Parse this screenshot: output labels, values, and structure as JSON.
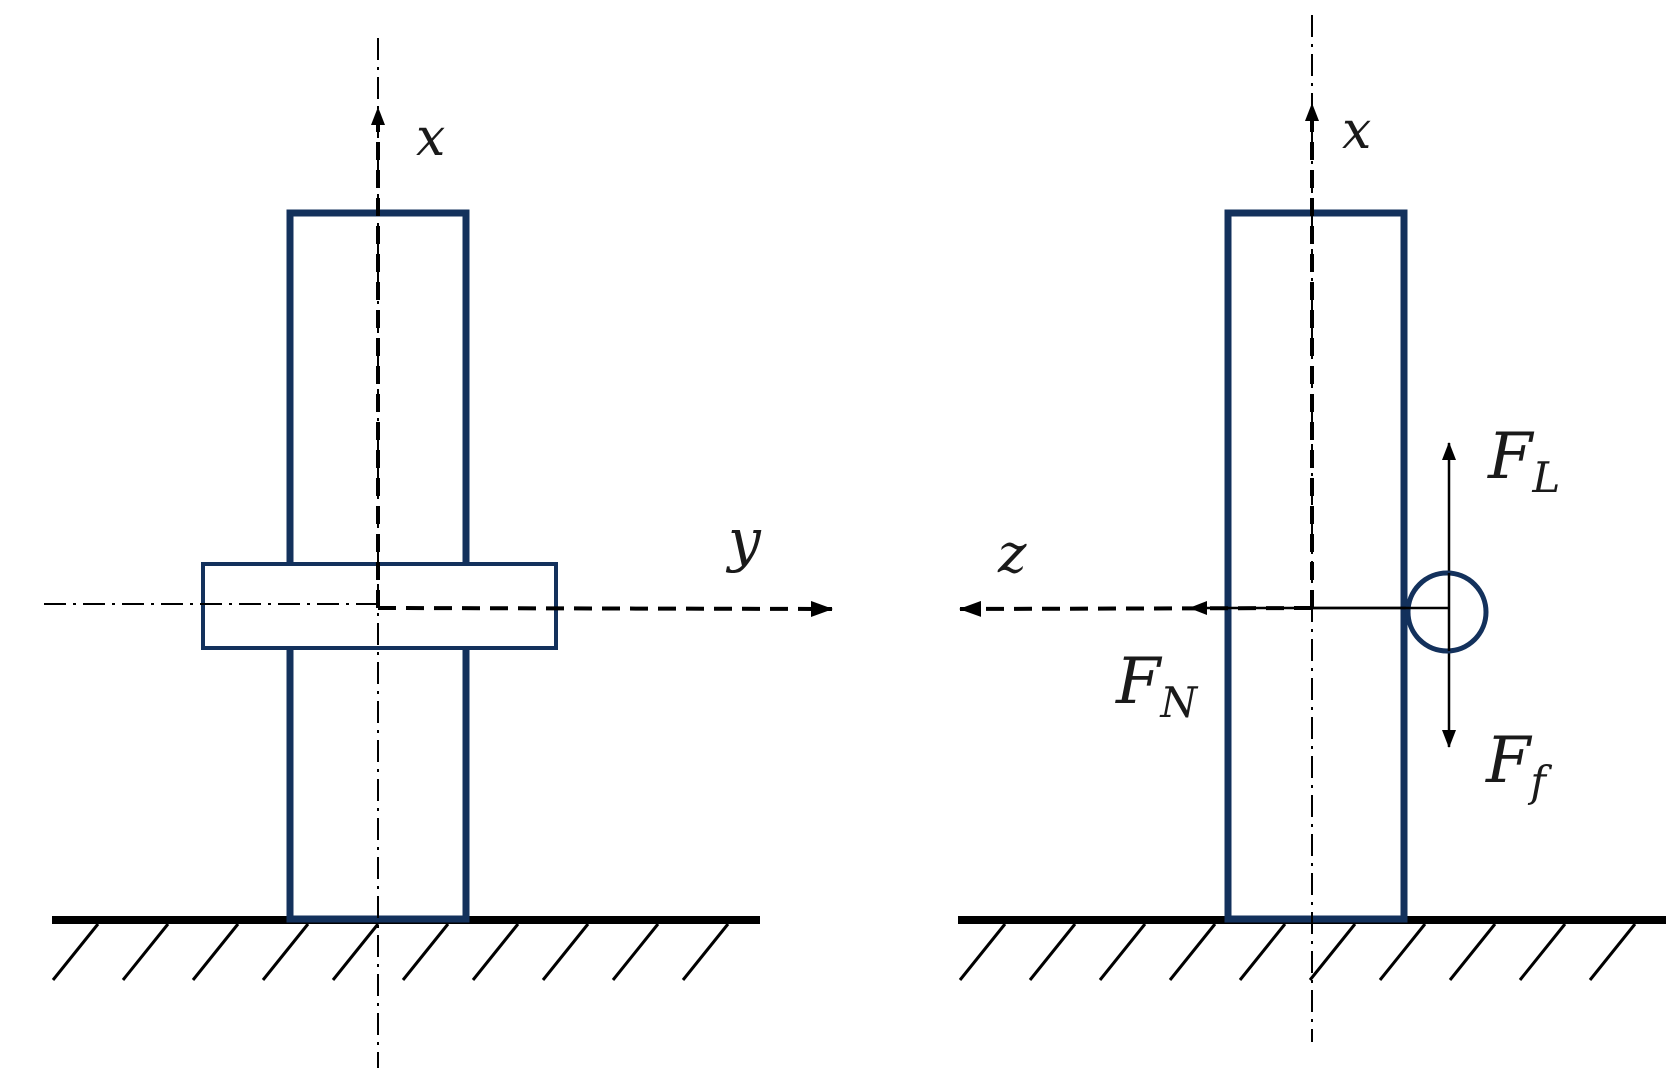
{
  "colors": {
    "structure": "#13315c",
    "line": "#000000",
    "label": "#1a1a1a",
    "background": "#ffffff"
  },
  "left_view": {
    "axis_x_label": "x",
    "axis_y_label": "y"
  },
  "right_view": {
    "axis_x_label": "x",
    "axis_z_label": "z",
    "force_lift": {
      "symbol": "F",
      "subscript": "L"
    },
    "force_friction": {
      "symbol": "F",
      "subscript": "f"
    },
    "force_normal": {
      "symbol": "F",
      "subscript": "N"
    }
  }
}
